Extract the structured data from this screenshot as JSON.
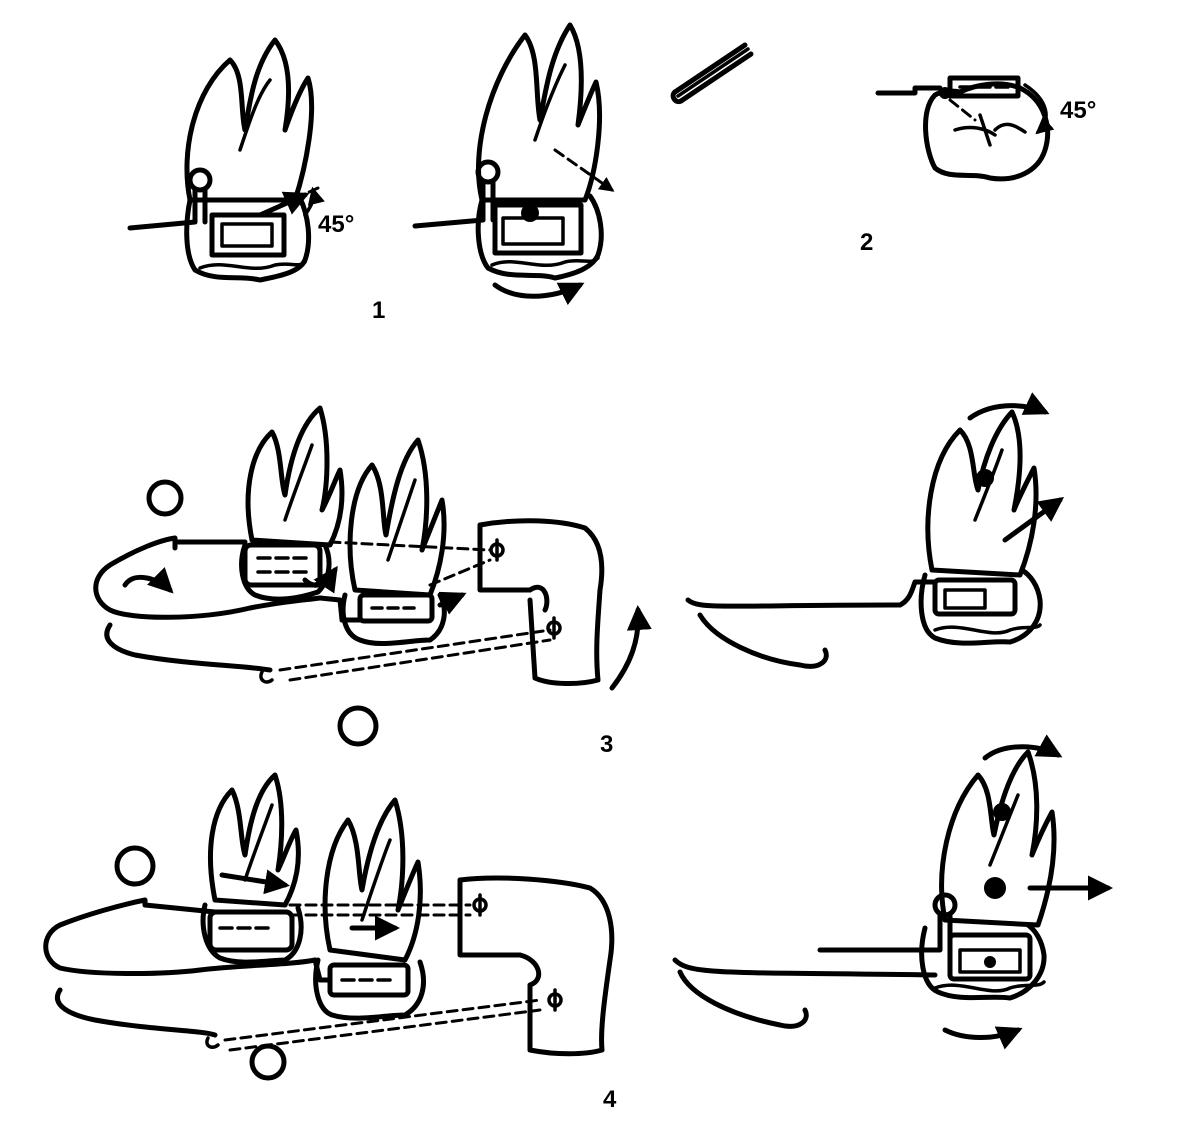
{
  "labels": {
    "fig1": "1",
    "fig2": "2",
    "fig3": "3",
    "fig4": "4",
    "angle_fig1": "45°",
    "angle_fig2": "45°"
  },
  "colors": {
    "ink": "#000000",
    "paper": "#ffffff"
  }
}
